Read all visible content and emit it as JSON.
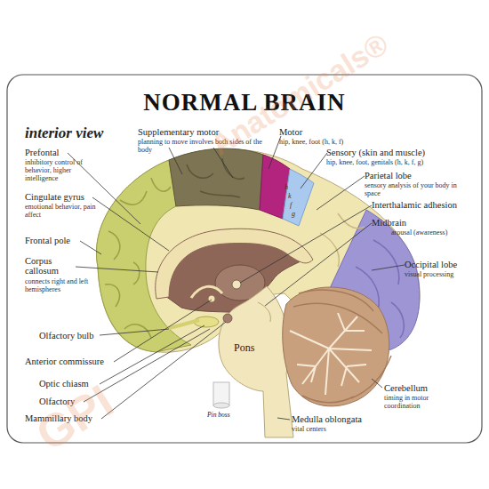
{
  "diagram": {
    "title": "NORMAL BRAIN",
    "labels": [
      "interior view",
      "Prefontal",
      "inhibitory control of behavior, higher intelligence",
      "Supplementary motor",
      "planning to move involves both sides of the body",
      "Motor",
      "hip, knee, foot (h, k, f)",
      "Sensory (skin and muscle)",
      "hip, knee, foot, genitals (h, k, f, g)",
      "Parietal lobe",
      "sensory analysis of your body in space",
      "Interthalamic adhesion",
      "Midbrain",
      "arousal (awareness)",
      "Occipital lobe",
      "visual processing",
      "Cingulate gyrus",
      "emotional behavior, pain affect",
      "Frontal pole",
      "Corpus callosum",
      "connects right and left hemispheres",
      "Olfactory bulb",
      "Anterior commissure",
      "Optic chiasm",
      "Olfactory",
      "Mammillary body",
      "Pons",
      "Pin boss",
      "Medulla oblongata",
      "vital centers",
      "Cerebellum",
      "timing in motor coordination",
      "h",
      "k",
      "f",
      "g",
      "GPI",
      "Anatomicals®"
    ]
  }
}
